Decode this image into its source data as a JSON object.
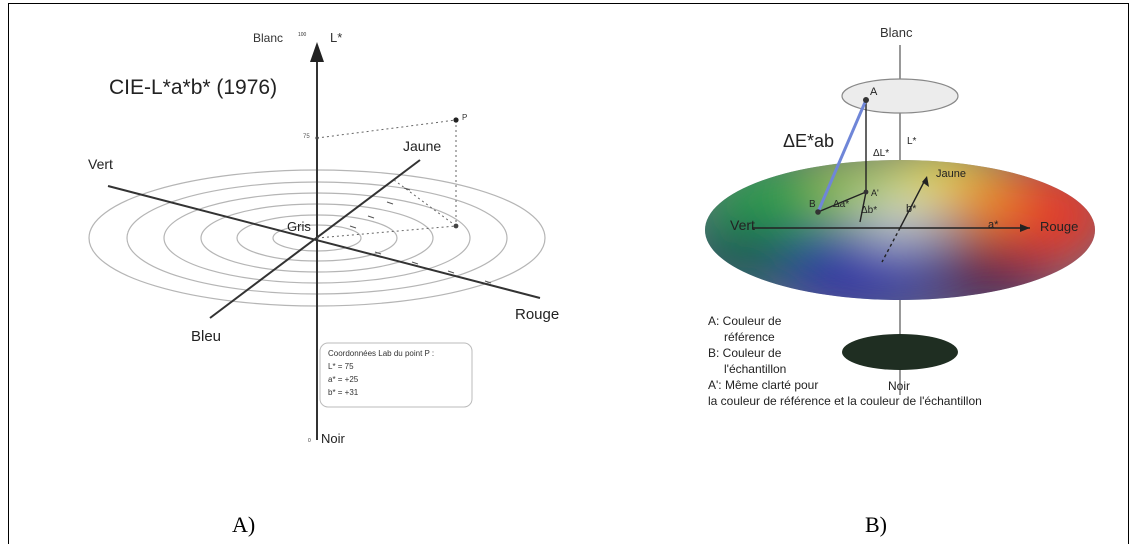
{
  "panel_a": {
    "caption": "A)",
    "title": "CIE-L*a*b* (1976)",
    "labels": {
      "blanc": "Blanc",
      "top_value": "100",
      "l_axis": "L*",
      "noir": "Noir",
      "noir_value": "0",
      "vert": "Vert",
      "jaune": "Jaune",
      "rouge": "Rouge",
      "bleu": "Bleu",
      "gris": "Gris",
      "point": "P",
      "l_tick": "75"
    },
    "infobox": {
      "heading": "Coordonnées Lab du point P :",
      "l_value": "L* = 75",
      "a_value": "a* = +25",
      "b_value": "b* = +31"
    }
  },
  "panel_b": {
    "caption": "B)",
    "labels": {
      "blanc": "Blanc",
      "noir": "Noir",
      "vert": "Vert",
      "rouge": "Rouge",
      "jaune": "Jaune",
      "delta_e": "ΔE*ab",
      "delta_l": "ΔL*",
      "l_axis": "L*",
      "a_axis": "a*",
      "b_axis": "b*",
      "delta_a": "Δa*",
      "delta_b": "Δb*",
      "point_a": "A",
      "point_a_prime": "A'",
      "point_b": "B"
    },
    "legend": {
      "a_line1": "A: Couleur de",
      "a_line2": "référence",
      "b_line1": "B: Couleur de",
      "b_line2": "l'échantillon",
      "ap_line1": "A': Même clarté pour",
      "ap_line2": "la couleur de référence et la couleur de l'échantillon"
    }
  },
  "colors": {
    "line": "#333333",
    "ellipse": "#b5b5b5",
    "blue_line": "#6f86d8",
    "top_disc": "#ececec",
    "bottom_disc": "#1f2e22"
  }
}
